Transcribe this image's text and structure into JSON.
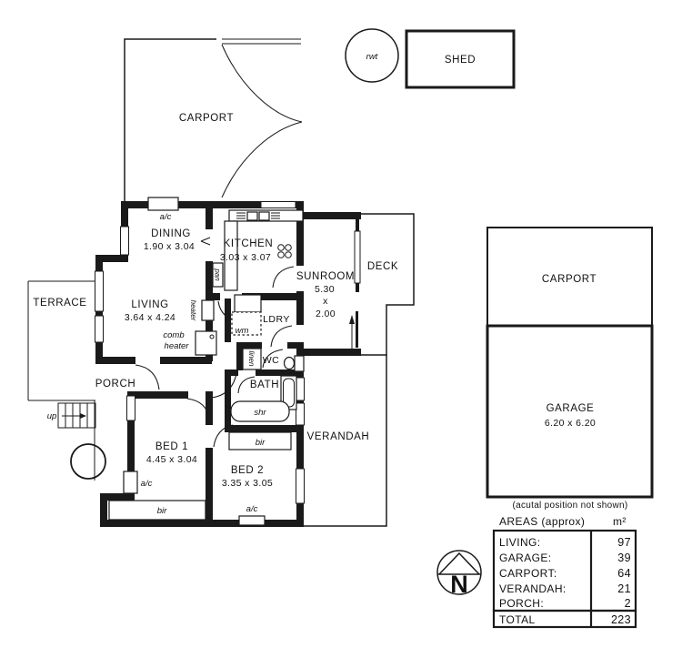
{
  "colors": {
    "line": "#1a1a1a",
    "bg": "#ffffff"
  },
  "site": {
    "carport": "CARPORT",
    "rwt": "rwt",
    "shed": "SHED",
    "terrace": "TERRACE",
    "deck": "DECK",
    "verandah": "VERANDAH",
    "porch": "PORCH",
    "up": "up"
  },
  "rooms": {
    "dining": {
      "name": "DINING",
      "dims": "1.90 x 3.04"
    },
    "kitchen": {
      "name": "KITCHEN",
      "dims": "3.03 x 3.07"
    },
    "sunroom": {
      "name": "SUNROOM",
      "w": "5.30",
      "x": "x",
      "h": "2.00"
    },
    "living": {
      "name": "LIVING",
      "dims": "3.64 x 4.24"
    },
    "bed1": {
      "name": "BED 1",
      "dims": "4.45 x 3.04"
    },
    "bed2": {
      "name": "BED 2",
      "dims": "3.35 x 3.05"
    },
    "bath": "BATH",
    "wc": "WC",
    "ldry": "LDRY"
  },
  "fixtures": {
    "ac": "a/c",
    "wm": "wm",
    "linen": "linen",
    "pan": "pan",
    "heater": "heater",
    "comb_line1": "comb",
    "comb_line2": "heater",
    "shr": "shr",
    "bir": "bir"
  },
  "outbuilding": {
    "carport": "CARPORT",
    "garage": "GARAGE",
    "garage_dims": "6.20 x 6.20",
    "caption": "(acutal position not shown)"
  },
  "areas_table": {
    "title": "AREAS (approx)",
    "unit": "m²",
    "rows": [
      {
        "label": "LIVING:",
        "value": "97"
      },
      {
        "label": "GARAGE:",
        "value": "39"
      },
      {
        "label": "CARPORT:",
        "value": "64"
      },
      {
        "label": "VERANDAH:",
        "value": "21"
      },
      {
        "label": "PORCH:",
        "value": "2"
      }
    ],
    "total_label": "TOTAL",
    "total_value": "223"
  },
  "compass": {
    "north": "N"
  }
}
